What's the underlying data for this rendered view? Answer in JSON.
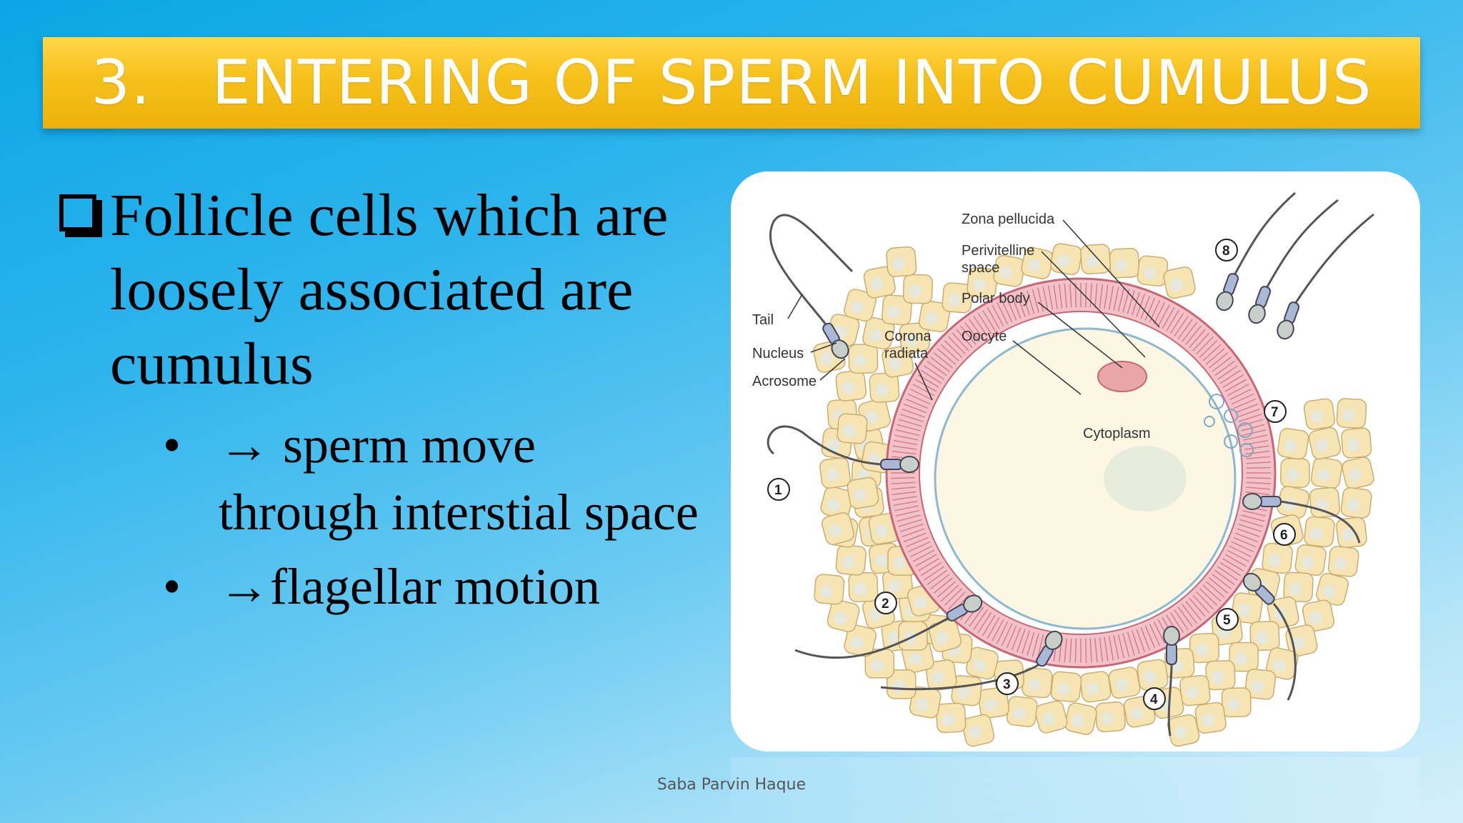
{
  "title": "3.   ENTERING OF SPERM INTO CUMULUS",
  "bullets": {
    "main": "Follicle cells which are loosely associated are cumulus",
    "sub": [
      {
        "marker": "•",
        "text": "→ sperm move through interstial space"
      },
      {
        "marker": "•",
        "text": "→flagellar motion"
      }
    ]
  },
  "diagram": {
    "labels": {
      "zona_pellucida": "Zona pellucida",
      "perivitelline_1": "Perivitelline",
      "perivitelline_2": "space",
      "polar_body": "Polar body",
      "oocyte": "Oocyte",
      "corona_1": "Corona",
      "corona_2": "radiata",
      "tail": "Tail",
      "nucleus": "Nucleus",
      "acrosome": "Acrosome",
      "cytoplasm": "Cytoplasm"
    },
    "steps": [
      "1",
      "2",
      "3",
      "4",
      "5",
      "6",
      "7",
      "8"
    ]
  },
  "footer": "Saba Parvin Haque",
  "colors": {
    "background": "#1aaae8",
    "title_bar": "#f5be16",
    "zona": "#e99aa6",
    "oocyte": "#fbf7e3",
    "follicle": "#f6e4b2",
    "sperm_head": "#a9b8d6"
  }
}
